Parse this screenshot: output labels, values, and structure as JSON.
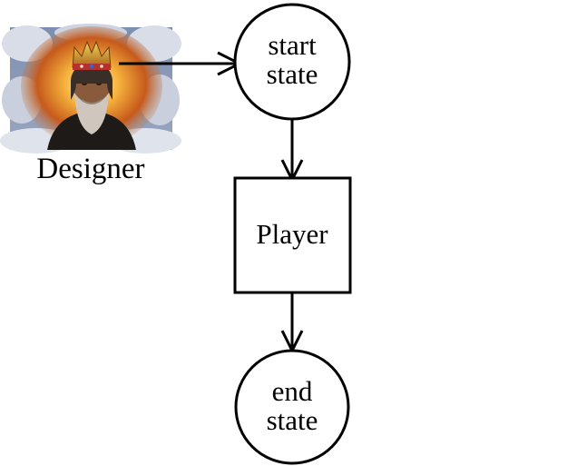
{
  "diagram": {
    "designer": {
      "label": "Designer",
      "picture_icon": "crowned-bearded-king-in-clouds-icon"
    },
    "nodes": {
      "start": {
        "line1": "start",
        "line2": "state"
      },
      "player": {
        "label": "Player"
      },
      "end": {
        "line1": "end",
        "line2": "state"
      }
    },
    "edges": [
      {
        "from": "designer",
        "to": "start"
      },
      {
        "from": "start",
        "to": "player"
      },
      {
        "from": "player",
        "to": "end"
      }
    ]
  }
}
